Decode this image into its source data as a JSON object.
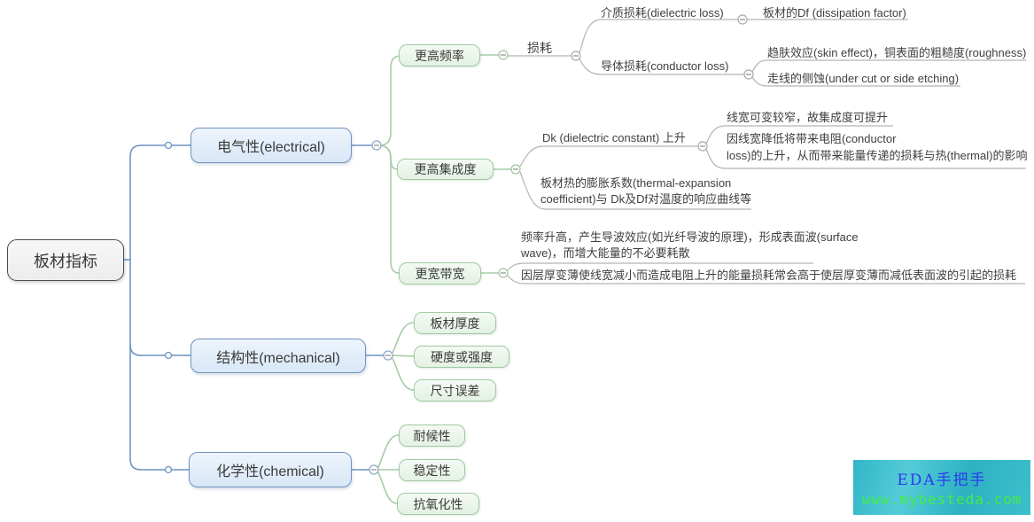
{
  "mindmap": {
    "root": "板材指标",
    "electrical": {
      "label": "电气性(electrical)",
      "higher_freq": {
        "label": "更高频率",
        "loss": {
          "label": "损耗",
          "dielectric": {
            "label": "介质损耗(dielectric loss)",
            "df": "板材的Df (dissipation factor)"
          },
          "conductor": {
            "label": "导体损耗(conductor loss)",
            "skin": "趋肤效应(skin effect)，铜表面的粗糙度(roughness)",
            "etch": "走线的侧蚀(under cut or side etching)"
          }
        }
      },
      "higher_integration": {
        "label": "更高集成度",
        "dk_rise": {
          "label": "Dk (dielectric constant) 上升",
          "narrow": "线宽可变较窄，故集成度可提升",
          "resistance": {
            "lines": [
              "因线宽降低将带来电阻(conductor",
              "loss)的上升，从而带来能量传递的损耗与热(thermal)的影响"
            ]
          }
        },
        "thermal": {
          "lines": [
            "板材热的膨胀系数(thermal-expansion",
            "coefficient)与 Dk及Df对温度的响应曲线等"
          ]
        }
      },
      "wider_bandwidth": {
        "label": "更宽带宽",
        "surface_wave": {
          "lines": [
            "频率升高，产生导波效应(如光纤导波的原理)，形成表面波(surface",
            "wave)，而增大能量的不必要耗散"
          ]
        },
        "layer_loss": "因层厚变薄使线宽减小而造成电阻上升的能量损耗常会高于使层厚变薄而减低表面波的引起的损耗"
      }
    },
    "mechanical": {
      "label": "结构性(mechanical)",
      "items": [
        "板材厚度",
        "硬度或强度",
        "尺寸误差"
      ]
    },
    "chemical": {
      "label": "化学性(chemical)",
      "items": [
        "耐候性",
        "稳定性",
        "抗氧化性"
      ]
    }
  },
  "watermark": {
    "title": "EDA手把手",
    "url": "www.mybesteda.com"
  },
  "colors": {
    "line_blue": "#6d94bf",
    "line_green": "#a6cba6",
    "line_gray": "#b4b4b0",
    "node_blue_fill": "#e3edf9",
    "node_blue_border": "#7093c0",
    "node_green_fill": "#edf7ed",
    "node_green_border": "#a0cba0",
    "root_fill": "#f2f2f2",
    "root_border": "#4d4d4d",
    "watermark_bg": "#2fb5c5",
    "watermark_title": "#2b3ae8",
    "watermark_url": "#43ee43"
  }
}
